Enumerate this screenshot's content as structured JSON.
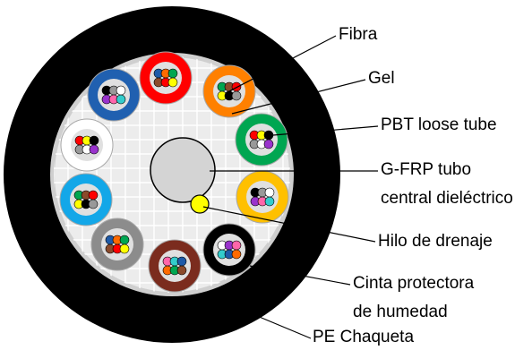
{
  "labels": {
    "fiber": "Fibra",
    "gel": "Gel",
    "loose_tube": "PBT loose tube",
    "central_member_line1": "G-FRP tubo",
    "central_member_line2": "central dieléctrico",
    "drain_wire": "Hilo de drenaje",
    "moisture_tape_line1": "Cinta protectora",
    "moisture_tape_line2": "de humedad",
    "jacket": "PE Chaqueta"
  },
  "colors": {
    "jacket": "#000000",
    "moisture_tape": "#cfcfcf",
    "core_background": "#ececec",
    "grid_lines": "#ffffff",
    "central_member": "#d4d4d4",
    "drain_wire": "#ffff00",
    "leader_lines": "#000000",
    "tube_gel": "#e0e0e0"
  },
  "loose_tubes": [
    {
      "name": "red-tube",
      "color": "#ff0000"
    },
    {
      "name": "orange-tube",
      "color": "#ff8000"
    },
    {
      "name": "green-tube",
      "color": "#00a651"
    },
    {
      "name": "yellow-tube",
      "color": "#ffc000"
    },
    {
      "name": "black-tube",
      "color": "#000000"
    },
    {
      "name": "brown-tube",
      "color": "#7b2c1e"
    },
    {
      "name": "gray-tube",
      "color": "#8c8c8c"
    },
    {
      "name": "aqua-tube",
      "color": "#13a7e8"
    },
    {
      "name": "white-tube",
      "color": "#ffffff"
    },
    {
      "name": "blue-tube",
      "color": "#2060b0"
    }
  ],
  "fiber_colors": [
    "#1e5aa8",
    "#ff6a00",
    "#00a651",
    "#8b4a2b",
    "#ff0000",
    "#ffff00",
    "#000000",
    "#999999",
    "#ffffff",
    "#9933cc",
    "#ff66aa",
    "#33cccc"
  ]
}
